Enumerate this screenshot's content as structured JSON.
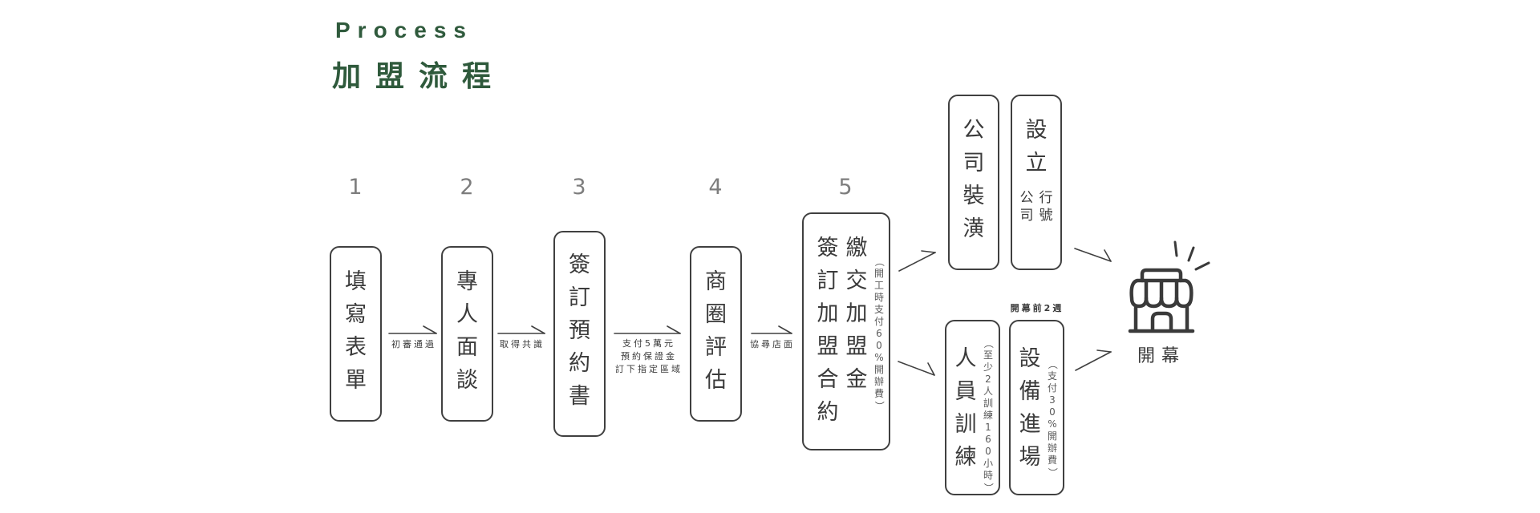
{
  "header": {
    "title_en": "Process",
    "title_zh": "加盟流程"
  },
  "steps": [
    {
      "number": "1",
      "label": "填寫表單"
    },
    {
      "number": "2",
      "label": "專人面談"
    },
    {
      "number": "3",
      "label": "簽訂預約書"
    },
    {
      "number": "4",
      "label": "商圈評估"
    },
    {
      "number": "5",
      "label_col1": "簽訂加盟合約",
      "label_col2": "繳交加盟金",
      "note": "（開工時支付60%開辦費）"
    }
  ],
  "connectors": [
    {
      "from": "1",
      "to": "2",
      "lines": [
        "初審通過"
      ]
    },
    {
      "from": "2",
      "to": "3",
      "lines": [
        "取得共識"
      ]
    },
    {
      "from": "3",
      "to": "4",
      "lines": [
        "支付5萬元",
        "預約保證金",
        "訂下指定區域"
      ]
    },
    {
      "from": "4",
      "to": "5",
      "lines": [
        "協尋店面"
      ]
    }
  ],
  "branch_top": {
    "box_a": {
      "label": "公司裝潢"
    },
    "box_b": {
      "label": "設立",
      "sub_col1": "公司",
      "sub_col2": "行號"
    }
  },
  "branch_bottom": {
    "box_c": {
      "label": "人員訓練",
      "note": "（至少2人訓練160小時）"
    },
    "box_d": {
      "label": "設備進場",
      "note": "（支付30%開辦費）",
      "above_label": "開幕前2週"
    }
  },
  "final": {
    "icon": "store-icon",
    "label": "開幕"
  },
  "colors": {
    "title": "#2f5a3c",
    "stroke": "#404040",
    "number": "#7d7d7d",
    "text": "#3b3b3b"
  }
}
